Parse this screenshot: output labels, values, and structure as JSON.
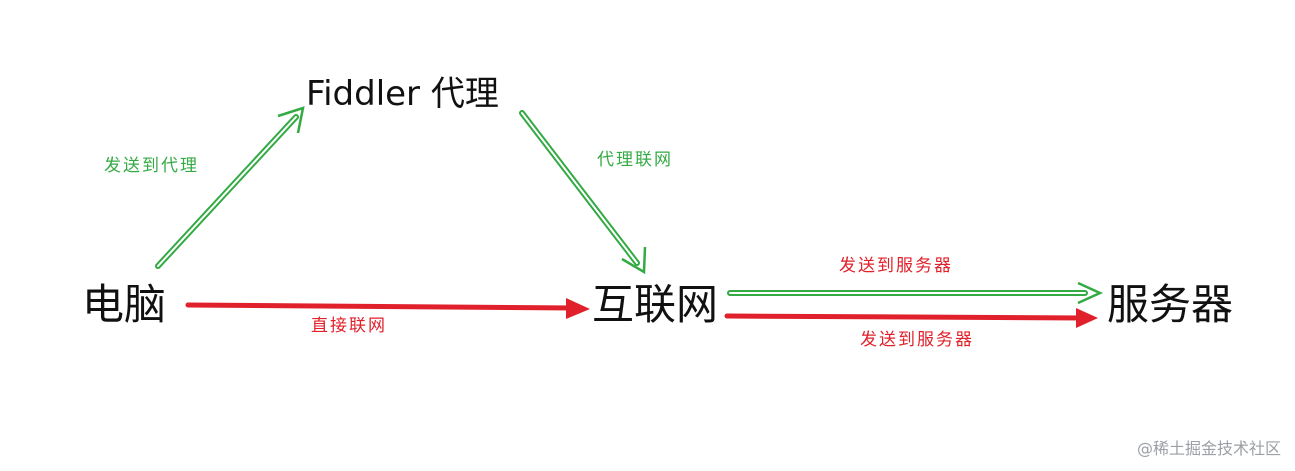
{
  "nodes": {
    "computer": "电脑",
    "proxy": "Fiddler 代理",
    "internet": "互联网",
    "server": "服务器"
  },
  "edges": {
    "computer_to_proxy": "发送到代理",
    "proxy_to_internet": "代理联网",
    "computer_to_internet": "直接联网",
    "internet_to_server_green": "发送到服务器",
    "internet_to_server_red": "发送到服务器"
  },
  "colors": {
    "proxy_path": "#33aa44",
    "direct_path": "#e0202a"
  },
  "watermark": "@稀土掘金技术社区"
}
